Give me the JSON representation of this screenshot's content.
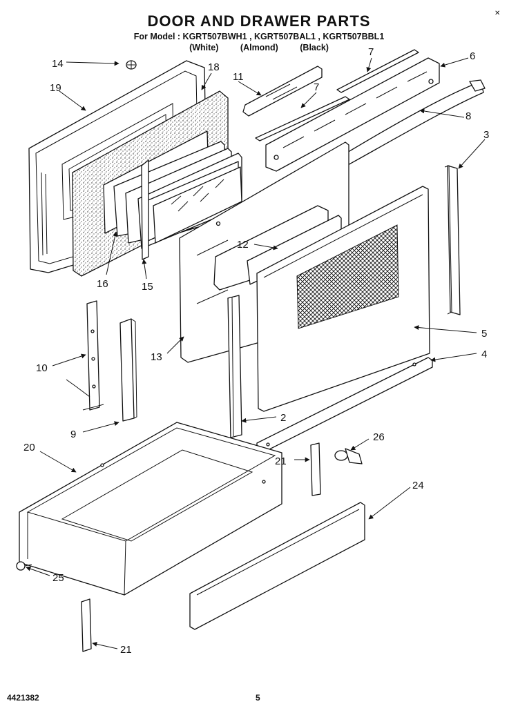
{
  "header": {
    "title": "DOOR AND DRAWER PARTS",
    "models_line": "For Model : KGRT507BWH1 , KGRT507BAL1 , KGRT507BBL1",
    "colors": [
      "(White)",
      "(Almond)",
      "(Black)"
    ]
  },
  "callouts": [
    {
      "id": "c14",
      "label": "14"
    },
    {
      "id": "c18",
      "label": "18"
    },
    {
      "id": "c19",
      "label": "19"
    },
    {
      "id": "c11",
      "label": "11"
    },
    {
      "id": "c7a",
      "label": "7"
    },
    {
      "id": "c7b",
      "label": "7"
    },
    {
      "id": "c6",
      "label": "6"
    },
    {
      "id": "c8",
      "label": "8"
    },
    {
      "id": "c3",
      "label": "3"
    },
    {
      "id": "c12",
      "label": "12"
    },
    {
      "id": "c16",
      "label": "16"
    },
    {
      "id": "c15",
      "label": "15"
    },
    {
      "id": "c5",
      "label": "5"
    },
    {
      "id": "c4",
      "label": "4"
    },
    {
      "id": "c10",
      "label": "10"
    },
    {
      "id": "c13",
      "label": "13"
    },
    {
      "id": "c9",
      "label": "9"
    },
    {
      "id": "c2",
      "label": "2"
    },
    {
      "id": "c20",
      "label": "20"
    },
    {
      "id": "c26",
      "label": "26"
    },
    {
      "id": "c21a",
      "label": "21"
    },
    {
      "id": "c24",
      "label": "24"
    },
    {
      "id": "c25",
      "label": "25"
    },
    {
      "id": "c21b",
      "label": "21"
    }
  ],
  "footer": {
    "code": "4421382",
    "page": "5",
    "corner_mark": "✕"
  }
}
